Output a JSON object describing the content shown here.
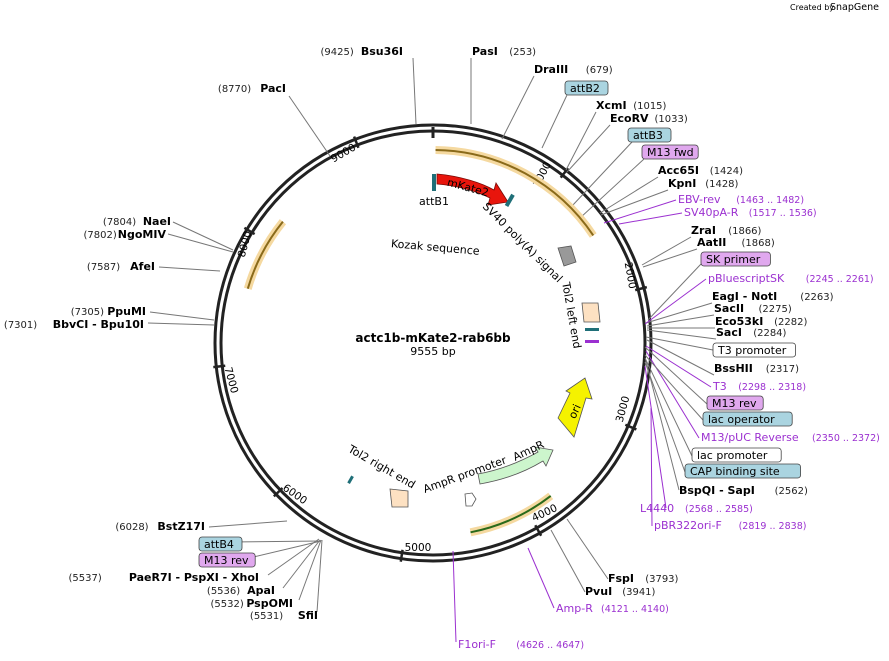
{
  "header": {
    "created_by": "Created by",
    "brand": "SnapGene"
  },
  "center": {
    "name": "actc1b-mKate2-rab6bb",
    "length": "9555 bp"
  },
  "ruler": [
    "1000",
    "2000",
    "3000",
    "4000",
    "5000",
    "6000",
    "7000",
    "8000",
    "9000"
  ],
  "enzymes": [
    {
      "name": "Bsu36I",
      "pos": "(9425)"
    },
    {
      "name": "PasI",
      "pos": "(253)"
    },
    {
      "name": "DraIII",
      "pos": "(679)"
    },
    {
      "name": "XcmI",
      "pos": "(1015)"
    },
    {
      "name": "EcoRV",
      "pos": "(1033)"
    },
    {
      "name": "Acc65I",
      "pos": "(1424)"
    },
    {
      "name": "KpnI",
      "pos": "(1428)"
    },
    {
      "name": "ZraI",
      "pos": "(1866)"
    },
    {
      "name": "AatII",
      "pos": "(1868)"
    },
    {
      "name": "EagI - NotI",
      "pos": "(2263)"
    },
    {
      "name": "SacII",
      "pos": "(2275)"
    },
    {
      "name": "Eco53kI",
      "pos": "(2282)"
    },
    {
      "name": "SacI",
      "pos": "(2284)"
    },
    {
      "name": "BssHII",
      "pos": "(2317)"
    },
    {
      "name": "BspQI - SapI",
      "pos": "(2562)"
    },
    {
      "name": "FspI",
      "pos": "(3793)"
    },
    {
      "name": "PvuI",
      "pos": "(3941)"
    },
    {
      "name": "SfiI",
      "pos": "(5531)"
    },
    {
      "name": "PspOMI",
      "pos": "(5532)"
    },
    {
      "name": "ApaI",
      "pos": "(5536)"
    },
    {
      "name": "PaeR7I - PspXI - XhoI",
      "pos": "(5537)"
    },
    {
      "name": "BstZ17I",
      "pos": "(6028)"
    },
    {
      "name": "BbvCI - Bpu10I",
      "pos": "(7301)"
    },
    {
      "name": "PpuMI",
      "pos": "(7305)"
    },
    {
      "name": "AfeI",
      "pos": "(7587)"
    },
    {
      "name": "NgoMIV",
      "pos": "(7802)"
    },
    {
      "name": "NaeI",
      "pos": "(7804)"
    },
    {
      "name": "PacI",
      "pos": "(8770)"
    }
  ],
  "primers": [
    {
      "name": "EBV-rev",
      "pos": "(1463 .. 1482)"
    },
    {
      "name": "SV40pA-R",
      "pos": "(1517 .. 1536)"
    },
    {
      "name": "pBluescriptSK",
      "pos": "(2245 .. 2261)"
    },
    {
      "name": "T3",
      "pos": "(2298 .. 2318)"
    },
    {
      "name": "M13/pUC Reverse",
      "pos": "(2350 .. 2372)"
    },
    {
      "name": "L4440",
      "pos": "(2568 .. 2585)"
    },
    {
      "name": "pBR322ori-F",
      "pos": "(2819 .. 2838)"
    },
    {
      "name": "Amp-R",
      "pos": "(4121 .. 4140)"
    },
    {
      "name": "F1ori-F",
      "pos": "(4626 .. 4647)"
    }
  ],
  "boxes": [
    {
      "name": "attB2",
      "color": "#aad4e0"
    },
    {
      "name": "attB3",
      "color": "#aad4e0"
    },
    {
      "name": "M13 fwd",
      "color": "#e0a8ee"
    },
    {
      "name": "SK primer",
      "color": "#e0a8ee"
    },
    {
      "name": "T3 promoter",
      "color": "#ffffff"
    },
    {
      "name": "M13 rev",
      "color": "#e0a8ee"
    },
    {
      "name": "lac operator",
      "color": "#aad4e0"
    },
    {
      "name": "lac promoter",
      "color": "#ffffff"
    },
    {
      "name": "CAP binding site",
      "color": "#aad4e0"
    },
    {
      "name": "attB4",
      "color": "#aad4e0"
    },
    {
      "name": "M13 rev",
      "color": "#e0a8ee"
    }
  ],
  "features": {
    "mkate2": "mKate2",
    "attb1": "attB1",
    "sv40": "SV40 poly(A) signal",
    "kozak": "Kozak sequence",
    "tol2left": "Tol2 left end",
    "ori": "ori",
    "ampr": "AmpR",
    "amprprom": "AmpR promoter",
    "tol2right": "Tol2 right end"
  },
  "colors": {
    "mkate2": "#e8150c",
    "ori": "#f5f200",
    "ampr": "#ccf5cc",
    "primer": "#9b30d0",
    "halo": "#f5d9a0",
    "orfline": "#8a6a1a"
  }
}
